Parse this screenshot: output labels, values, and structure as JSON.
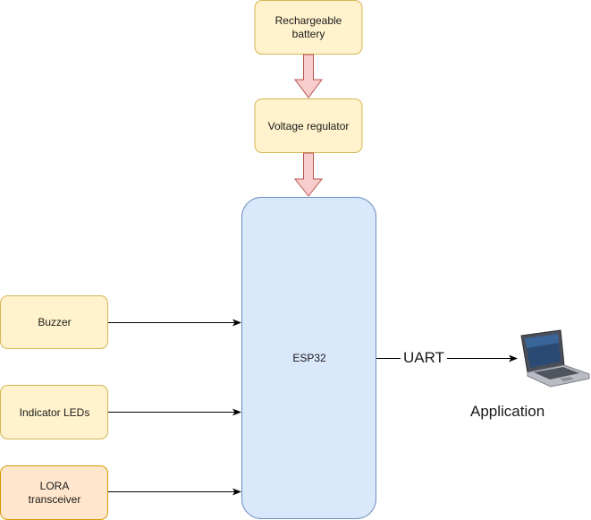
{
  "colors": {
    "yellow_fill": "#fff2cc",
    "yellow_stroke": "#d6b656",
    "orange_fill": "#ffe6cc",
    "orange_stroke": "#d79b00",
    "blue_fill": "#dae8fc",
    "blue_stroke": "#6c8ebf",
    "power_arrow_fill": "#f8cecc",
    "power_arrow_stroke": "#b85450",
    "line": "#000000"
  },
  "nodes": {
    "battery": "Rechargeable battery",
    "regulator": "Voltage regulator",
    "esp32": "ESP32",
    "buzzer": "Buzzer",
    "leds": "Indicator LEDs",
    "lora": "LORA transceiver"
  },
  "edges": {
    "uart": "UART"
  },
  "application": {
    "label": "Application",
    "icon": "laptop-icon"
  }
}
